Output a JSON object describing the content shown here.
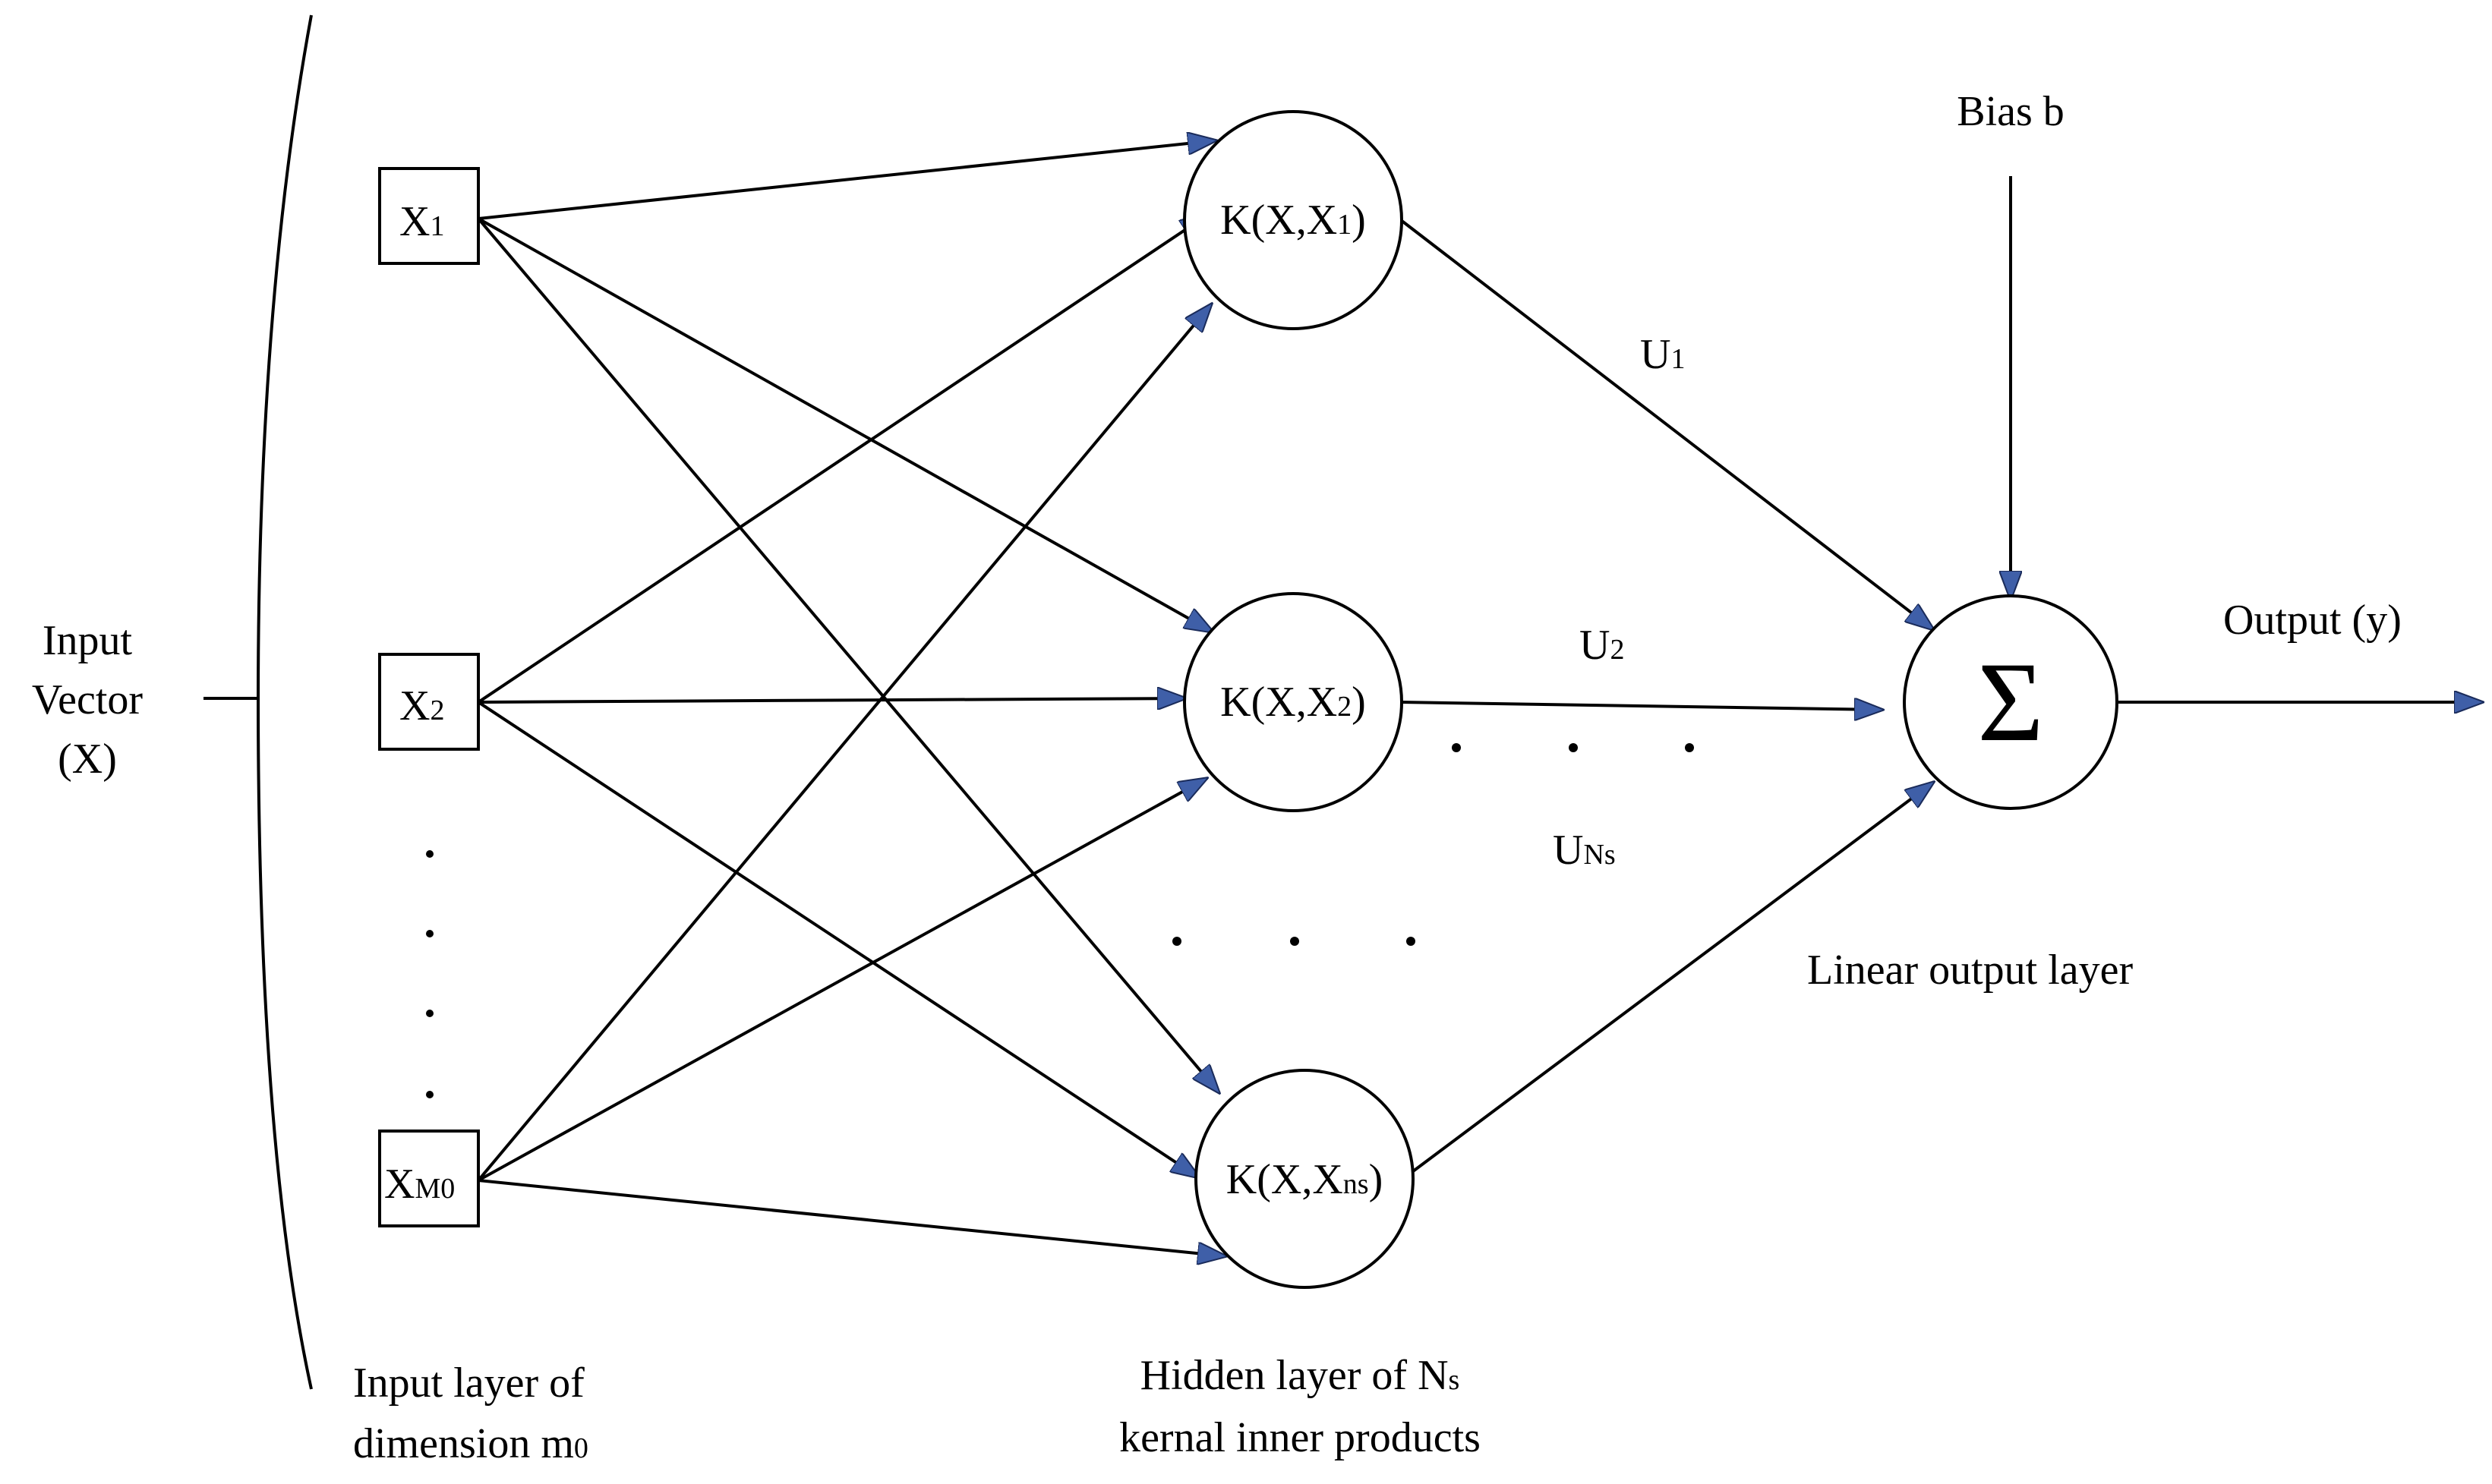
{
  "labels": {
    "input_vector": [
      "Input",
      "Vector",
      "(X)"
    ],
    "input_layer": [
      "Input layer of",
      "dimension m"
    ],
    "input_layer_sub": "0",
    "hidden_layer_line1": "Hidden layer of N",
    "hidden_layer_line1_sub": "s",
    "hidden_layer_line2": "kernal inner products",
    "linear_output_layer": "Linear output layer",
    "bias": "Bias b",
    "output": "Output (y)",
    "sigma": "Σ"
  },
  "input_nodes": [
    {
      "main": "X",
      "sub": "1"
    },
    {
      "main": "X",
      "sub": "2"
    },
    {
      "main": "X",
      "sub": "M0"
    }
  ],
  "kernel_nodes": [
    {
      "main": "K(X,X",
      "sub": "1",
      "close": ")"
    },
    {
      "main": "K(X,X",
      "sub": "2",
      "close": ")"
    },
    {
      "main": "K(X,X",
      "sub": "ns",
      "close": ")"
    }
  ],
  "weights": [
    {
      "main": "U",
      "sub": "1"
    },
    {
      "main": "U",
      "sub": "2"
    },
    {
      "main": "U",
      "sub": "Ns"
    }
  ],
  "colors": {
    "stroke": "#000000",
    "arrowhead": "#3f5fa8",
    "arrowhead_edge": "#1a2b5a"
  }
}
